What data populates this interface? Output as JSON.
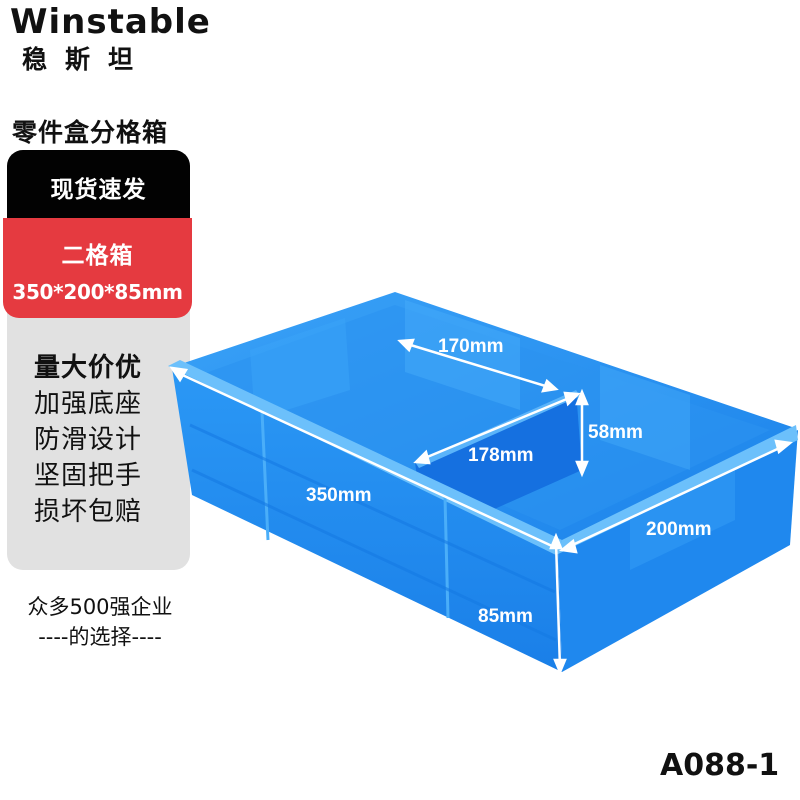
{
  "brand": {
    "name_en": "Winstable",
    "name_cn": "稳斯坦"
  },
  "product": {
    "category": "零件盒分格箱",
    "stock_badge": "现货速发",
    "variant": "二格箱",
    "dimensions": "350*200*85mm",
    "model": "A088-1",
    "color": "#1e8cf0"
  },
  "features": [
    "量大价优",
    "加强底座",
    "防滑设计",
    "坚固把手",
    "损坏包赔"
  ],
  "slogan": {
    "line1": "众多500强企业",
    "line2": "----的选择----"
  },
  "dimension_labels": {
    "length": "350mm",
    "width": "200mm",
    "height": "85mm",
    "compartment_width": "170mm",
    "divider_length": "178mm",
    "divider_height": "58mm"
  },
  "colors": {
    "black_badge": "#020202",
    "red_badge": "#e53a40",
    "gray_panel": "#e1e1e1",
    "box_blue": "#1e8cf0"
  }
}
